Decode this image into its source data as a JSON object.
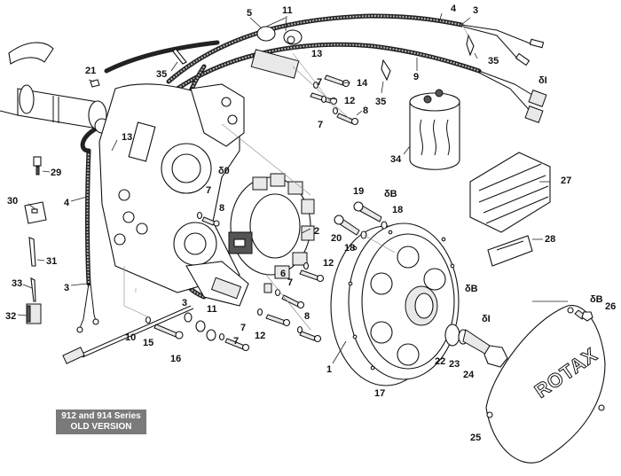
{
  "diagram": {
    "title": "Rotax ignition / generator exploded parts view",
    "brand_text": "ROTAX",
    "version_badge": {
      "line1": "912 and 914 Series",
      "line2": "OLD VERSION"
    },
    "lubricant_marks": {
      "B": "δB",
      "I": "δI",
      "O": "δ0"
    },
    "callouts": [
      {
        "id": "c1",
        "label": "1"
      },
      {
        "id": "c2",
        "label": "2"
      },
      {
        "id": "c3a",
        "label": "3"
      },
      {
        "id": "c3b",
        "label": "3"
      },
      {
        "id": "c3c",
        "label": "3"
      },
      {
        "id": "c4a",
        "label": "4"
      },
      {
        "id": "c4b",
        "label": "4"
      },
      {
        "id": "c5",
        "label": "5"
      },
      {
        "id": "c6",
        "label": "6"
      },
      {
        "id": "c7a",
        "label": "7"
      },
      {
        "id": "c7b",
        "label": "7"
      },
      {
        "id": "c7c",
        "label": "7"
      },
      {
        "id": "c7d",
        "label": "7"
      },
      {
        "id": "c7e",
        "label": "7"
      },
      {
        "id": "c7f",
        "label": "7"
      },
      {
        "id": "c8a",
        "label": "8"
      },
      {
        "id": "c8b",
        "label": "8"
      },
      {
        "id": "c8c",
        "label": "8"
      },
      {
        "id": "c9",
        "label": "9"
      },
      {
        "id": "c10",
        "label": "10"
      },
      {
        "id": "c11a",
        "label": "11"
      },
      {
        "id": "c11b",
        "label": "11"
      },
      {
        "id": "c12a",
        "label": "12"
      },
      {
        "id": "c12b",
        "label": "12"
      },
      {
        "id": "c12c",
        "label": "12"
      },
      {
        "id": "c13a",
        "label": "13"
      },
      {
        "id": "c13b",
        "label": "13"
      },
      {
        "id": "c14",
        "label": "14"
      },
      {
        "id": "c15",
        "label": "15"
      },
      {
        "id": "c16",
        "label": "16"
      },
      {
        "id": "c17",
        "label": "17"
      },
      {
        "id": "c18a",
        "label": "18"
      },
      {
        "id": "c18b",
        "label": "18"
      },
      {
        "id": "c19",
        "label": "19"
      },
      {
        "id": "c20",
        "label": "20"
      },
      {
        "id": "c21",
        "label": "21"
      },
      {
        "id": "c22",
        "label": "22"
      },
      {
        "id": "c23",
        "label": "23"
      },
      {
        "id": "c24",
        "label": "24"
      },
      {
        "id": "c25",
        "label": "25"
      },
      {
        "id": "c26",
        "label": "26"
      },
      {
        "id": "c27",
        "label": "27"
      },
      {
        "id": "c28",
        "label": "28"
      },
      {
        "id": "c29",
        "label": "29"
      },
      {
        "id": "c30",
        "label": "30"
      },
      {
        "id": "c31",
        "label": "31"
      },
      {
        "id": "c32",
        "label": "32"
      },
      {
        "id": "c33",
        "label": "33"
      },
      {
        "id": "c34",
        "label": "34"
      },
      {
        "id": "c35a",
        "label": "35"
      },
      {
        "id": "c35b",
        "label": "35"
      },
      {
        "id": "c35c",
        "label": "35"
      }
    ]
  }
}
